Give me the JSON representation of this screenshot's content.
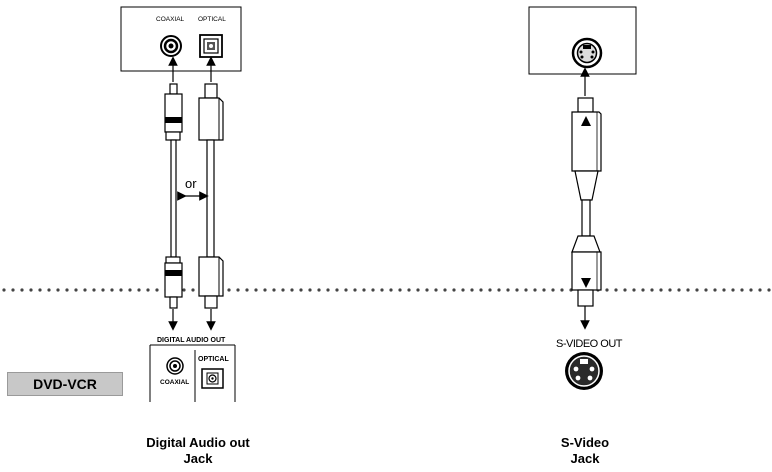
{
  "player_panel": {
    "coaxial_label": "COAXIAL",
    "optical_label": "OPTICAL"
  },
  "cable_choice_label": "or",
  "vcr_panel": {
    "header": "DIGITAL AUDIO OUT",
    "coaxial_label": "COAXIAL",
    "optical_label": "OPTICAL",
    "device_label": "DVD-VCR",
    "svideo_out_label": "S-VIDEO OUT"
  },
  "captions": {
    "digital_line1": "Digital Audio out",
    "digital_line2": "Jack",
    "svideo_line1": "S-Video",
    "svideo_line2": "Jack"
  }
}
